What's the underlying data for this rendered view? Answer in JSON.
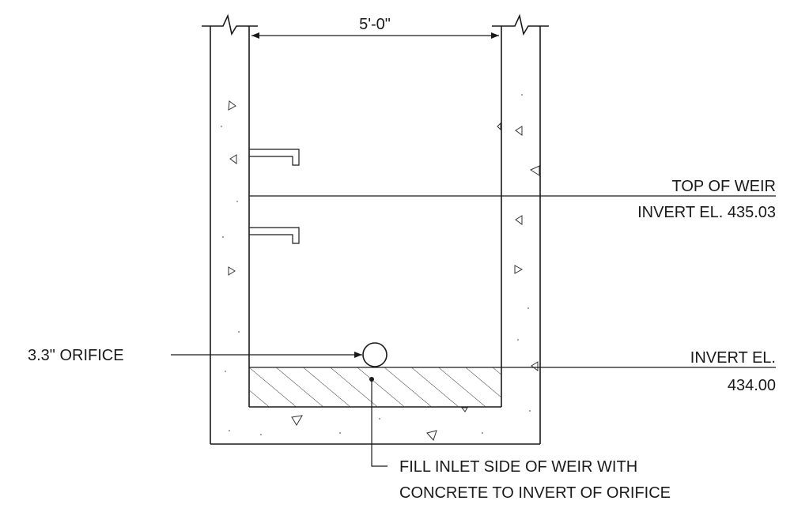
{
  "drawing": {
    "dimension_label": "5'-0\"",
    "top_of_weir_label": "TOP OF WEIR",
    "top_of_weir_invert_label": "INVERT EL. 435.03",
    "orifice_label": "3.3\" ORIFICE",
    "invert_label_line1": "INVERT EL.",
    "invert_label_line2": "434.00",
    "fill_note_line1": "FILL INLET SIDE OF WEIR WITH",
    "fill_note_line2": "CONCRETE TO INVERT OF ORIFICE"
  }
}
